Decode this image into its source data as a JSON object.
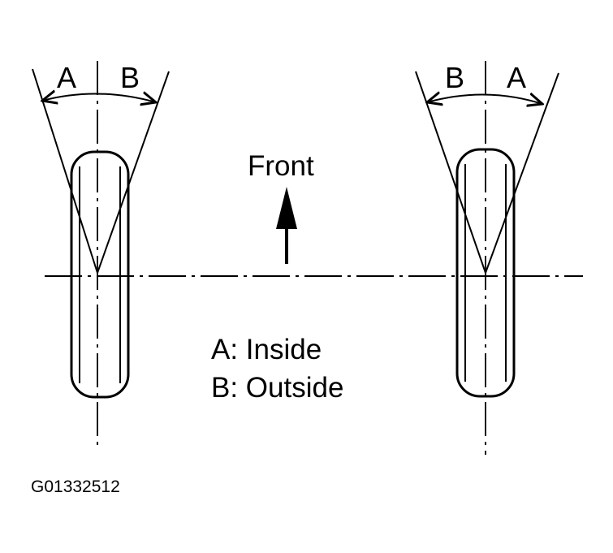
{
  "diagram": {
    "left_wheel": {
      "angle_label_a": "A",
      "angle_label_b": "B"
    },
    "right_wheel": {
      "angle_label_a": "A",
      "angle_label_b": "B"
    },
    "direction_label": "Front",
    "legend": {
      "line_a": "A: Inside",
      "line_b": "B: Outside"
    },
    "figure_code": "G01332512"
  }
}
